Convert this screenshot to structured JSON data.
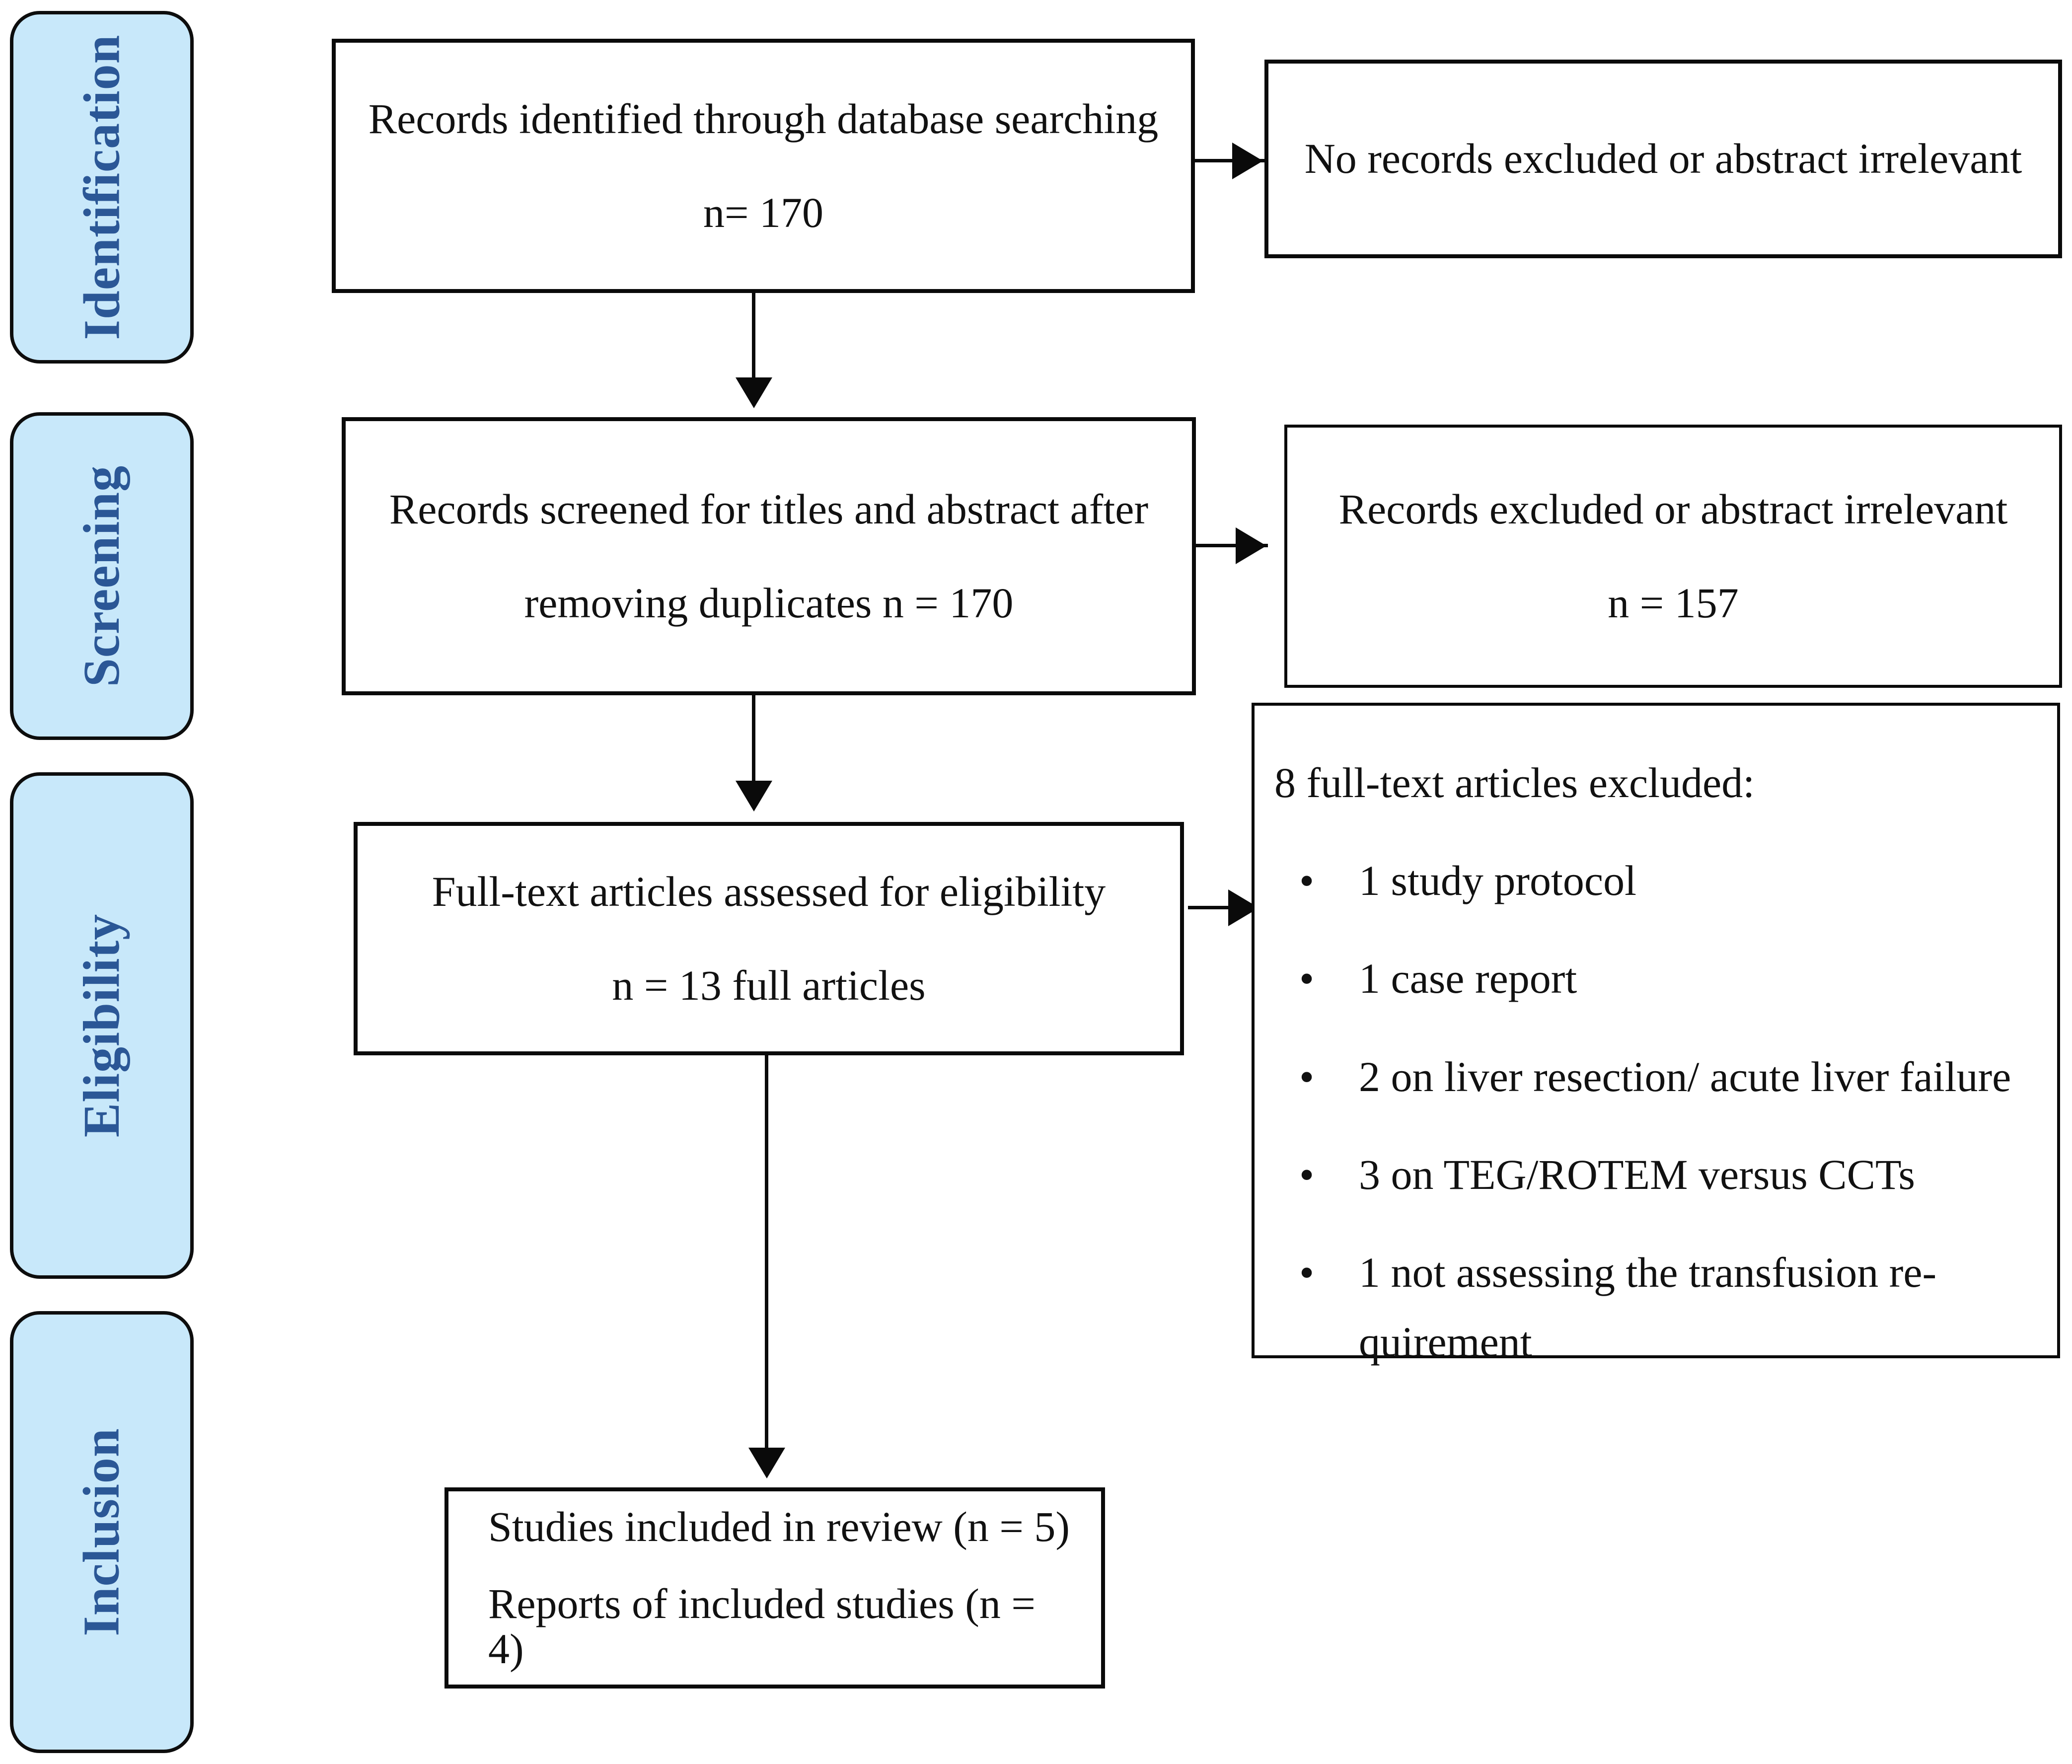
{
  "diagram": {
    "title": "PRISMA flow diagram",
    "accent_fill": "#c8e8fa",
    "accent_text": "#2b5796",
    "line_color": "#0a0a0a"
  },
  "stages": [
    {
      "label": "Identification"
    },
    {
      "label": "Screening"
    },
    {
      "label": "Eligibility"
    },
    {
      "label": "Inclusion"
    }
  ],
  "boxes": {
    "identified": {
      "line1": "Records identified through database searching",
      "line2": "n= 170"
    },
    "no_records_excluded": {
      "line1": "No records excluded or abstract irrelevant"
    },
    "screened": {
      "line1": "Records screened for titles and abstract after",
      "line2": "removing duplicates n = 170"
    },
    "records_excluded": {
      "line1": "Records excluded or abstract irrelevant",
      "line2": "n = 157"
    },
    "eligibility": {
      "line1": "Full-text articles assessed for eligibility",
      "line2": "n = 13 full articles"
    },
    "fulltext_excluded": {
      "heading": "8 full-text articles excluded:",
      "bullet_glyph": "•",
      "items": [
        "1 study protocol",
        "1 case report",
        "2 on liver resection/ acute liver failure",
        "3 on TEG/ROTEM versus CCTs",
        "1 not assessing the transfusion re-quirement"
      ]
    },
    "included": {
      "line1": "Studies included in review (n = 5)",
      "line2": "Reports of included studies (n = 4)"
    }
  }
}
